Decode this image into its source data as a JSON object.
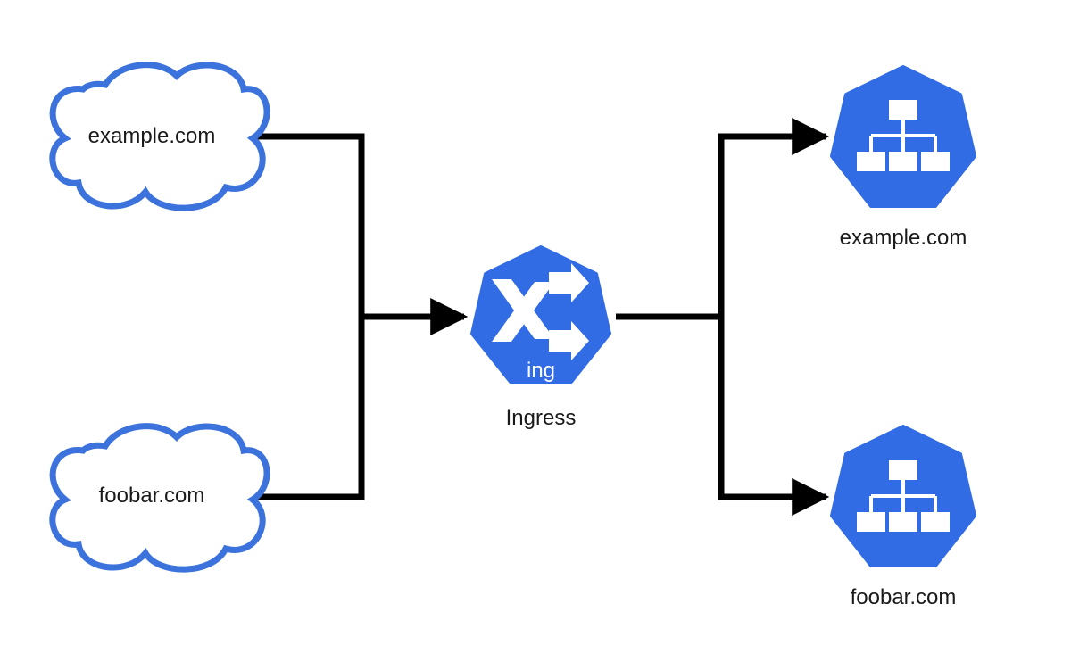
{
  "colors": {
    "k8s_blue": "#326ce5",
    "cloud_stroke": "#3b72db",
    "connector": "#000000",
    "background": "#ffffff"
  },
  "clients": [
    {
      "label": "example.com",
      "icon": "cloud-icon"
    },
    {
      "label": "foobar.com",
      "icon": "cloud-icon"
    }
  ],
  "ingress": {
    "icon_text": "ing",
    "label": "Ingress",
    "icon": "shuffle-arrows-icon"
  },
  "services": [
    {
      "label": "example.com",
      "icon": "service-hierarchy-icon"
    },
    {
      "label": "foobar.com",
      "icon": "service-hierarchy-icon"
    }
  ]
}
